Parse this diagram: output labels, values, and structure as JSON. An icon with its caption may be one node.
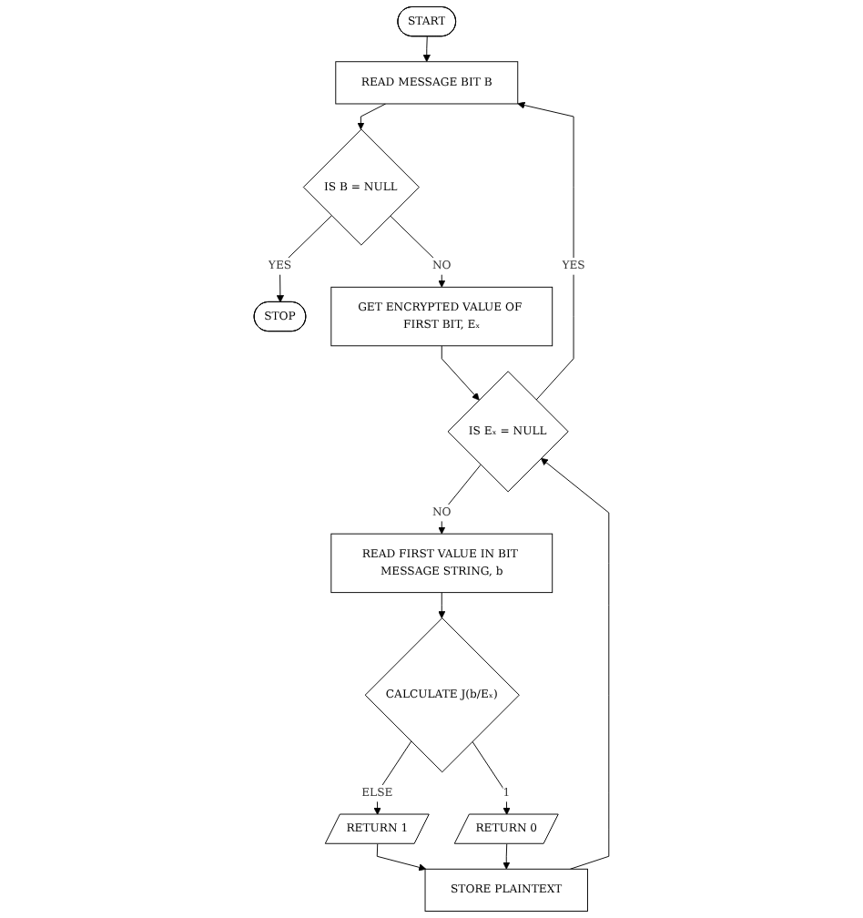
{
  "diagram": {
    "nodes": [
      {
        "text": [
          "START"
        ]
      },
      {
        "text": [
          "READ MESSAGE BIT B"
        ]
      },
      {
        "text": [
          "IS B = NULL"
        ]
      },
      {
        "text": [
          "STOP"
        ]
      },
      {
        "text": [
          "GET ENCRYPTED VALUE OF FIRST BIT, Eₓ"
        ]
      },
      {
        "text": [
          "IS Eₓ = NULL"
        ]
      },
      {
        "text": [
          "READ FIRST VALUE IN BIT MESSAGE STRING, b"
        ]
      },
      {
        "text": [
          "CALCULATE J(b/Eₓ)"
        ]
      },
      {
        "text": [
          "RETURN 1"
        ]
      },
      {
        "text": [
          "RETURN 0"
        ]
      },
      {
        "text": [
          "STORE PLAINTEXT"
        ]
      }
    ],
    "edges": [
      {
        "from": 0,
        "to": 1,
        "arrow": "to"
      },
      {
        "from": 1,
        "to": 2,
        "arrow": "to"
      },
      {
        "from": 2,
        "to": 3,
        "arrow": "to",
        "label": "YES"
      },
      {
        "from": 2,
        "to": 4,
        "arrow": "to",
        "label": "NO"
      },
      {
        "from": 4,
        "to": 5,
        "arrow": "to"
      },
      {
        "from": 5,
        "to": 1,
        "arrow": "to",
        "label": "YES"
      },
      {
        "from": 5,
        "to": 6,
        "arrow": "to",
        "label": "NO"
      },
      {
        "from": 6,
        "to": 7,
        "arrow": "to"
      },
      {
        "from": 7,
        "to": 8,
        "arrow": "to",
        "label": "ELSE"
      },
      {
        "from": 7,
        "to": 9,
        "arrow": "to",
        "label": "1"
      },
      {
        "from": 8,
        "to": 10,
        "arrow": "to"
      },
      {
        "from": 9,
        "to": 10,
        "arrow": "to"
      },
      {
        "from": 10,
        "to": 5,
        "arrow": "to"
      }
    ]
  }
}
